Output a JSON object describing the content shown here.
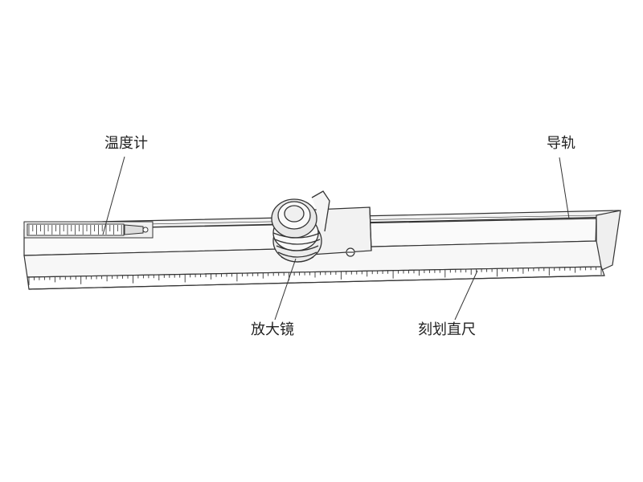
{
  "labels": {
    "thermometer": "温度计",
    "guide_rail": "导轨",
    "magnifier": "放大镜",
    "scale_ruler": "刻划直尺"
  },
  "colors": {
    "line": "#333333",
    "background": "#ffffff",
    "shade": "#e9e9e9"
  }
}
